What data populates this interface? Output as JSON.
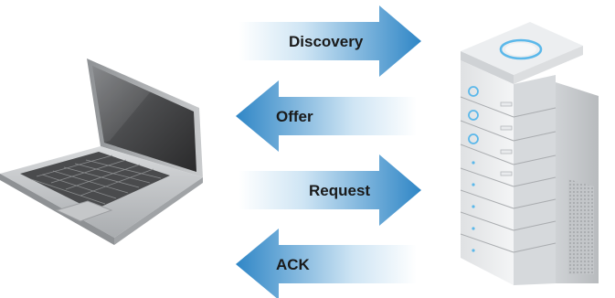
{
  "diagram": {
    "messages": [
      {
        "label": "Discovery",
        "direction": "to-server"
      },
      {
        "label": "Offer",
        "direction": "to-client"
      },
      {
        "label": "Request",
        "direction": "to-server"
      },
      {
        "label": "ACK",
        "direction": "to-client"
      }
    ],
    "nodes": {
      "client": "laptop-icon",
      "server": "server-rack-icon"
    }
  },
  "colors": {
    "arrow_strong": "#2f86c6",
    "arrow_fade": "#ffffff",
    "laptop_body": "#b9bcbf",
    "laptop_screen": "#3a3a3a",
    "server_body": "#e4e6e8",
    "server_light": "#5bb8ea"
  }
}
